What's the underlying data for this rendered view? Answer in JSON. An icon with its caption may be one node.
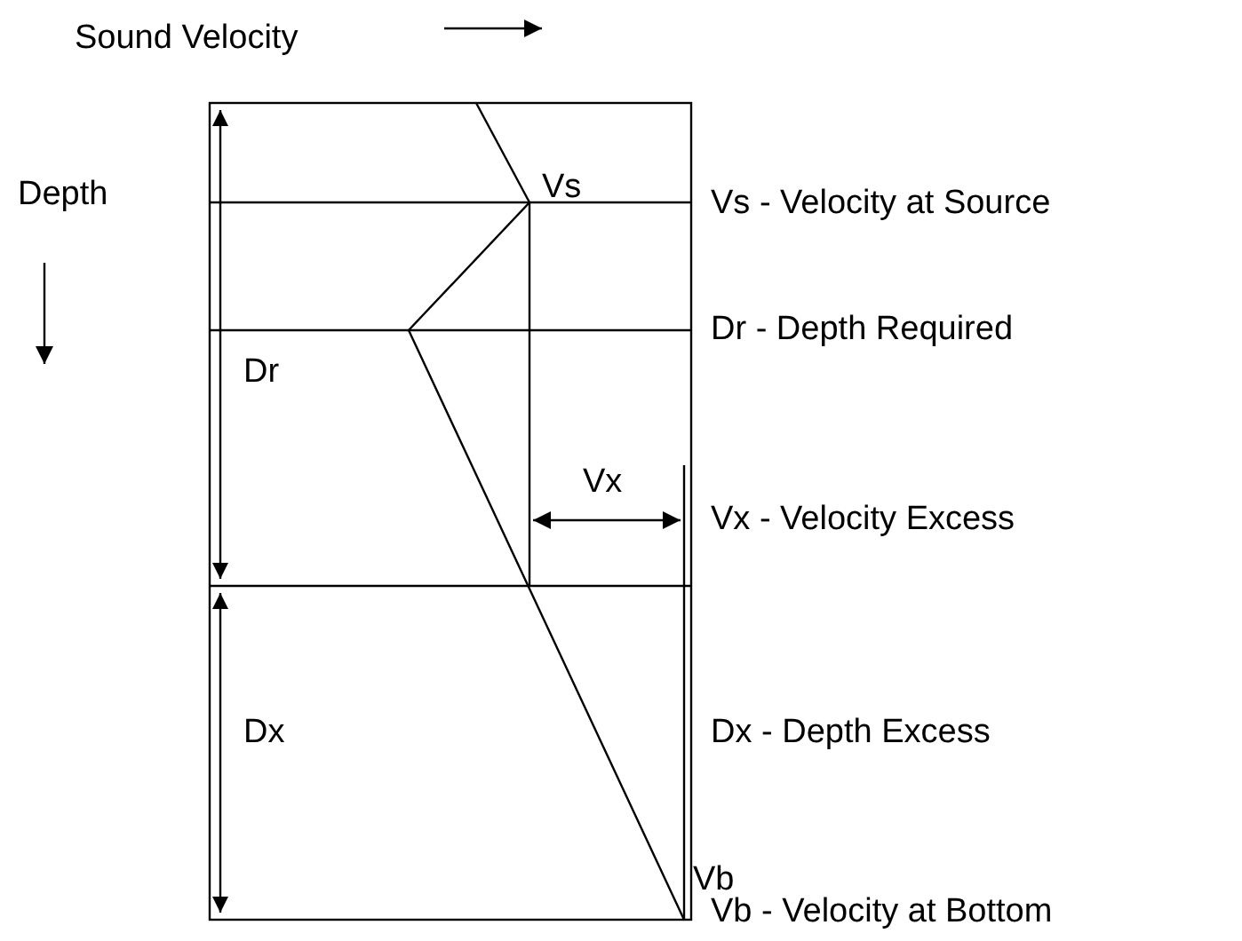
{
  "diagram": {
    "labels": [
      "Sound Velocity",
      "Depth",
      "Vs",
      "Vs - Velocity at Source",
      "Dr",
      "Dr - Depth Required",
      "Vx",
      "Vx - Velocity Excess",
      "Dx",
      "Dx - Depth Excess",
      "Vb",
      "Vb - Velocity at Bottom"
    ]
  }
}
